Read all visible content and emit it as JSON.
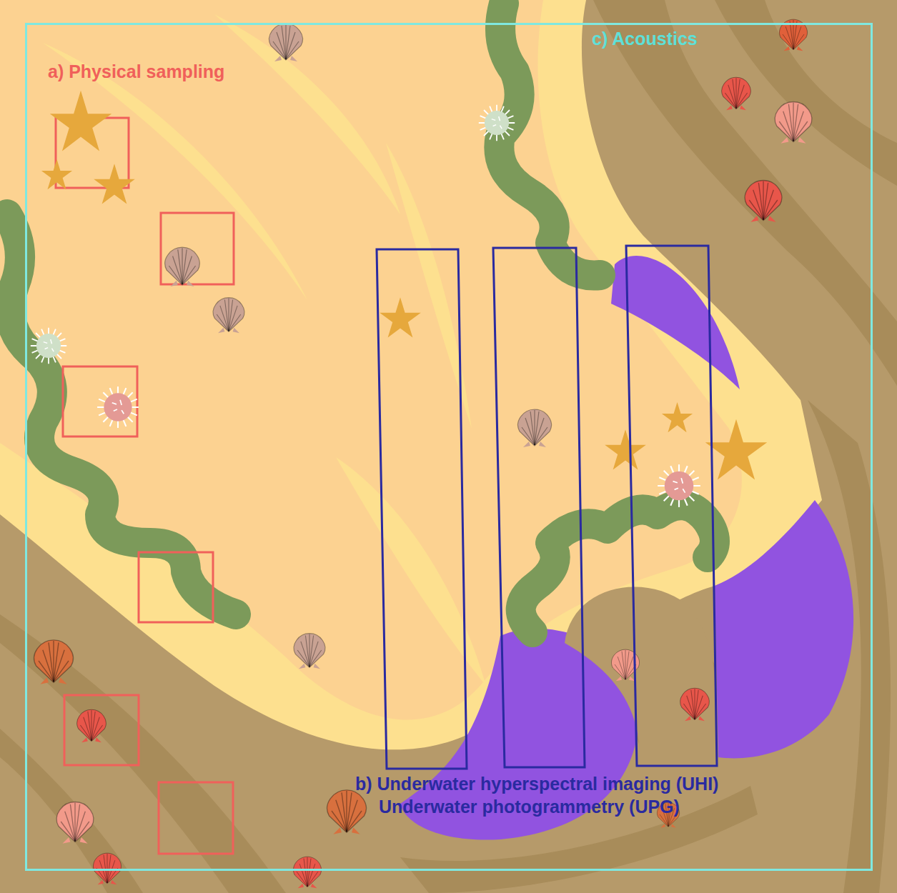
{
  "diagram": {
    "nodes": [
      {
        "text": [
          "c) Acoustics"
        ]
      }
    ],
    "labels": [
      "a) Physical sampling",
      "b) Underwater hyperspectral imaging (UHI)",
      "Underwater photogrammetry (UPG)"
    ]
  }
}
